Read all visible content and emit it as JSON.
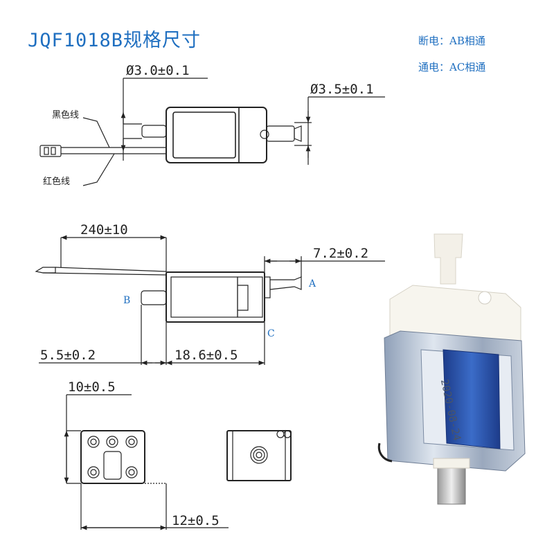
{
  "title": "JQF1018B规格尺寸",
  "notes": {
    "off": "断电：AB相通",
    "on": "通电：AC相通"
  },
  "dims": {
    "d_inlet": "Ø3.0±0.1",
    "d_outlet": "Ø3.5±0.1",
    "wire_len": "240±10",
    "outlet_len": "7.2±0.2",
    "inlet_len": "5.5±0.2",
    "body_len": "18.6±0.5",
    "width": "10±0.5",
    "height": "12±0.5"
  },
  "labels": {
    "black_wire": "黑色线",
    "red_wire": "红色线"
  },
  "ports": {
    "a": "A",
    "b": "B",
    "c": "C"
  },
  "photo": {
    "stamp": "2020-08-24"
  },
  "colors": {
    "accent": "#1f6fc0",
    "line": "#222222",
    "coil": "#2a4fa0"
  }
}
